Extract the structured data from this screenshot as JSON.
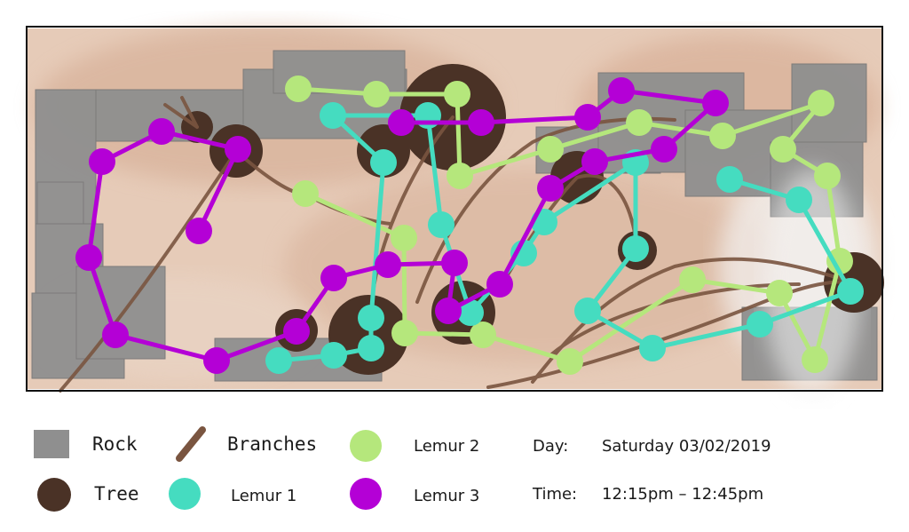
{
  "legend": {
    "rock": "Rock",
    "branches": "Branches",
    "tree": "Tree",
    "lemur1": "Lemur 1",
    "lemur2": "Lemur 2",
    "lemur3": "Lemur 3"
  },
  "info": {
    "day_label": "Day:",
    "day_value": "Saturday 03/02/2019",
    "time_label": "Time:",
    "time_value": "12:15pm – 12:45pm"
  },
  "colors": {
    "rock": "#8c8c8c",
    "tree": "#4a3226",
    "branches": "#7a5540",
    "lemur1": "#45dcc0",
    "lemur2": "#b5e77c",
    "lemur3": "#b400d6",
    "ground": "#d9b6a0"
  }
}
